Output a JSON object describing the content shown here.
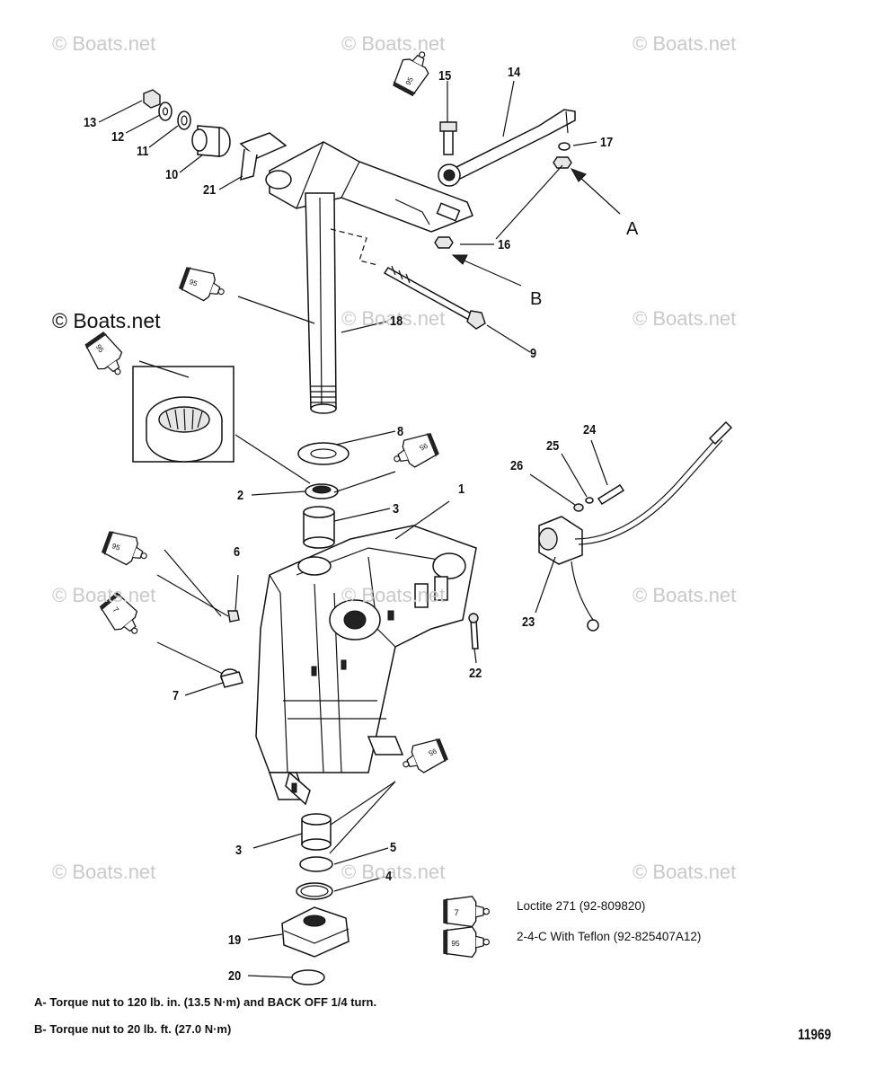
{
  "watermarks": {
    "small": [
      "© Boats.net",
      "© Boats.net",
      "© Boats.net",
      "© Boats.net",
      "© Boats.net",
      "© Boats.net",
      "© Boats.net",
      "© Boats.net",
      "© Boats.net",
      "© Boats.net",
      "© Boats.net"
    ],
    "large": "© Boats.net"
  },
  "callouts": {
    "n1": "1",
    "n2": "2",
    "n3a": "3",
    "n3b": "3",
    "n4": "4",
    "n5": "5",
    "n6": "6",
    "n7": "7",
    "n8": "8",
    "n9": "9",
    "n10": "10",
    "n11": "11",
    "n12": "12",
    "n13": "13",
    "n14": "14",
    "n15": "15",
    "n16": "16",
    "n17": "17",
    "n18": "18",
    "n19": "19",
    "n20": "20",
    "n21": "21",
    "n22": "22",
    "n23": "23",
    "n24": "24",
    "n25": "25",
    "n26": "26"
  },
  "detail_letters": {
    "a": "A",
    "b": "B"
  },
  "tube_codes": {
    "loctite": "7",
    "grease": "95"
  },
  "legend": {
    "loctite_label": "Loctite 271 (92-809820)",
    "grease_label": "2-4-C  With Teflon (92-825407A12)"
  },
  "notes": {
    "a": "A- Torque nut to 120 lb. in. (13.5 N·m) and BACK OFF 1/4 turn.",
    "b": "B- Torque nut to 20 lb. ft. (27.0 N·m)"
  },
  "figure_number": "11969"
}
